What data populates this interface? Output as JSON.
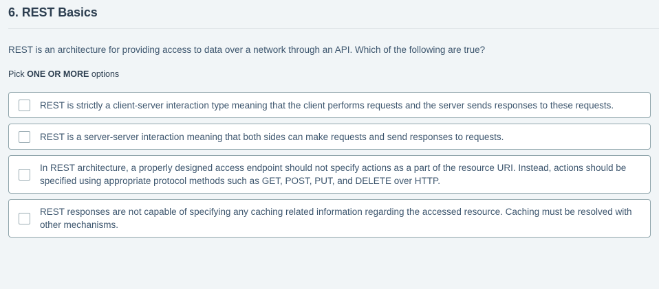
{
  "question": {
    "number_title": "6. REST Basics",
    "prompt": "REST is an architecture for providing access to data over a network through an API. Which of the following are true?",
    "hint_prefix": "Pick ",
    "hint_strong": "ONE OR MORE",
    "hint_suffix": " options"
  },
  "options": [
    {
      "label": "REST is strictly a client-server interaction type meaning that the client performs requests and the server sends responses to these requests.",
      "checked": false,
      "checkbox_name": "option-1-checkbox"
    },
    {
      "label": "REST is a server-server interaction meaning that both sides can make requests and send responses to requests.",
      "checked": false,
      "checkbox_name": "option-2-checkbox"
    },
    {
      "label": "In REST architecture, a properly designed access endpoint should not specify actions as a part of the resource URI. Instead, actions should be specified using appropriate protocol methods such as GET, POST, PUT, and DELETE over HTTP.",
      "checked": false,
      "checkbox_name": "option-3-checkbox"
    },
    {
      "label": "REST responses are not capable of specifying any caching related information regarding the accessed resource. Caching must be resolved with other mechanisms.",
      "checked": false,
      "checkbox_name": "option-4-checkbox"
    }
  ],
  "colors": {
    "page_background": "#f1f5f7",
    "option_background": "#ffffff",
    "option_border": "#8fa5ab",
    "title_text": "#2c3e50",
    "body_text": "#3d566e",
    "divider": "#e2e7ea"
  }
}
